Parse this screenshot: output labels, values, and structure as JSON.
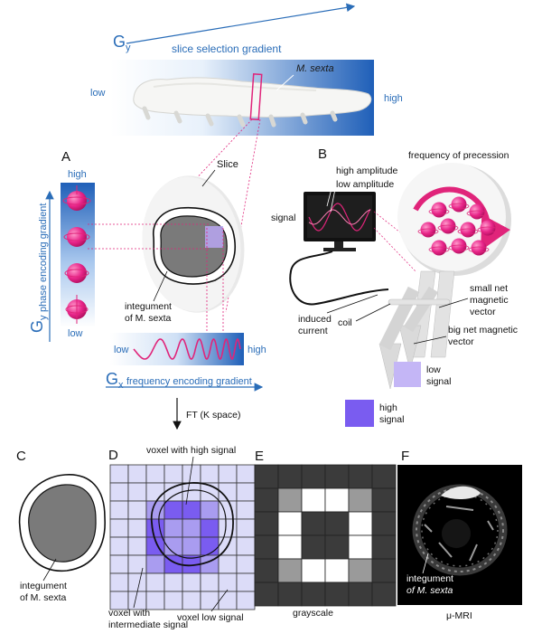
{
  "axes": {
    "gy_top": "G",
    "gy_top_sub": "y",
    "slice_selection": "slice selection gradient",
    "low_left": "low",
    "high_right": "high",
    "species": "M. sexta",
    "gy_side": "G",
    "gy_side_sub": "y",
    "phase_encoding": "phase encoding gradient",
    "gx": "G",
    "gx_sub": "x",
    "frequency_encoding": "frequency encoding gradient",
    "wave_low": "low",
    "wave_high": "high",
    "side_high": "high",
    "side_low": "low"
  },
  "panel_a": {
    "letter": "A",
    "slice": "Slice",
    "integument_1": "integument",
    "integument_2": "of M. sexta"
  },
  "panel_b": {
    "letter": "B",
    "frequency_of_precession": "frequency of precession",
    "high_amplitude": "high amplitude",
    "low_amplitude": "low amplitude",
    "signal": "signal",
    "induced_1": "induced",
    "induced_2": "current",
    "coil": "coil",
    "small_net_1": "small net",
    "small_net_2": "magnetic",
    "small_net_3": "vector",
    "big_net_1": "big net magnetic",
    "big_net_2": "vector",
    "low_signal_1": "low",
    "low_signal_2": "signal",
    "high_signal_1": "high",
    "high_signal_2": "signal"
  },
  "ft_label": "FT (K space)",
  "panel_c": {
    "letter": "C",
    "integument_1": "integument",
    "integument_2": "of M. sexta"
  },
  "panel_d": {
    "letter": "D",
    "voxel_high": "voxel with high signal",
    "voxel_intermediate_1": "voxel with",
    "voxel_intermediate_2": "intermediate signal",
    "voxel_low": "voxel low signal"
  },
  "panel_e": {
    "letter": "E",
    "caption": "grayscale"
  },
  "panel_f": {
    "letter": "F",
    "caption": "μ-MRI",
    "integument_1": "integument",
    "integument_2": "of M. sexta"
  },
  "colors": {
    "blue_text": "#2a6db8",
    "magenta": "#e0247a",
    "gradient_dark": "#1f5fb8",
    "voxel_light": "#dcdcf8",
    "voxel_mid": "#a99cf0",
    "voxel_high": "#7a5cf0"
  }
}
